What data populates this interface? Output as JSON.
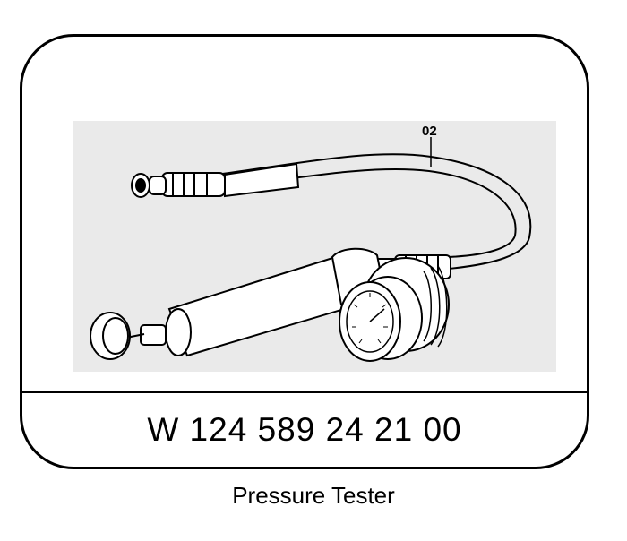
{
  "diagram": {
    "callout": "02",
    "part_number": "W 124 589 24 21 00",
    "caption": "Pressure Tester"
  },
  "colors": {
    "illustration_background": "#eaeaea",
    "line": "#000000"
  }
}
